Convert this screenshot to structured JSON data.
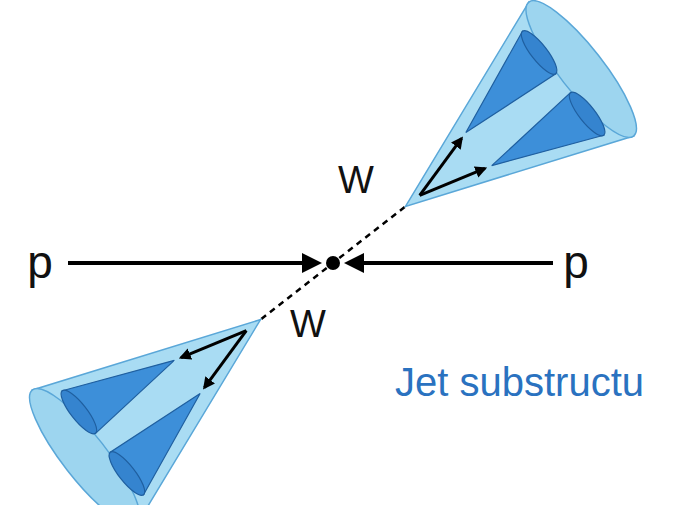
{
  "diagram": {
    "labels": [
      "W",
      "p",
      "p",
      "W",
      "Jet substructu"
    ]
  }
}
